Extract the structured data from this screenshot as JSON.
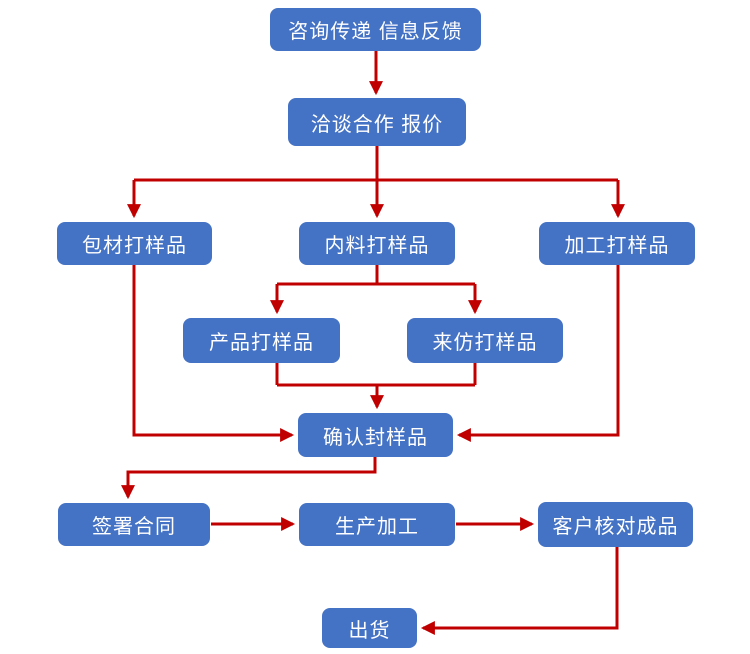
{
  "diagram": {
    "colors": {
      "node_fill": "#4472C4",
      "node_text": "#FFFFFF",
      "arrow": "#C00000",
      "background": "#FFFFFF"
    },
    "nodes": [
      {
        "id": "consult",
        "label": "咨询传递 信息反馈"
      },
      {
        "id": "negotiate",
        "label": "洽谈合作 报价"
      },
      {
        "id": "pack-sample",
        "label": "包材打样品"
      },
      {
        "id": "inner-sample",
        "label": "内料打样品"
      },
      {
        "id": "process-sample",
        "label": "加工打样品"
      },
      {
        "id": "product-sample",
        "label": "产品打样品"
      },
      {
        "id": "imitate-sample",
        "label": "来仿打样品"
      },
      {
        "id": "confirm-sample",
        "label": "确认封样品"
      },
      {
        "id": "sign-contract",
        "label": "签署合同"
      },
      {
        "id": "production",
        "label": "生产加工"
      },
      {
        "id": "customer-check",
        "label": "客户核对成品"
      },
      {
        "id": "ship",
        "label": "出货"
      }
    ],
    "edges": [
      {
        "from": "consult",
        "to": "negotiate"
      },
      {
        "from": "negotiate",
        "to": "pack-sample"
      },
      {
        "from": "negotiate",
        "to": "inner-sample"
      },
      {
        "from": "negotiate",
        "to": "process-sample"
      },
      {
        "from": "inner-sample",
        "to": "product-sample"
      },
      {
        "from": "inner-sample",
        "to": "imitate-sample"
      },
      {
        "from": "product-sample",
        "to": "confirm-sample"
      },
      {
        "from": "imitate-sample",
        "to": "confirm-sample"
      },
      {
        "from": "pack-sample",
        "to": "confirm-sample"
      },
      {
        "from": "process-sample",
        "to": "confirm-sample"
      },
      {
        "from": "confirm-sample",
        "to": "sign-contract"
      },
      {
        "from": "sign-contract",
        "to": "production"
      },
      {
        "from": "production",
        "to": "customer-check"
      },
      {
        "from": "customer-check",
        "to": "ship"
      }
    ]
  }
}
